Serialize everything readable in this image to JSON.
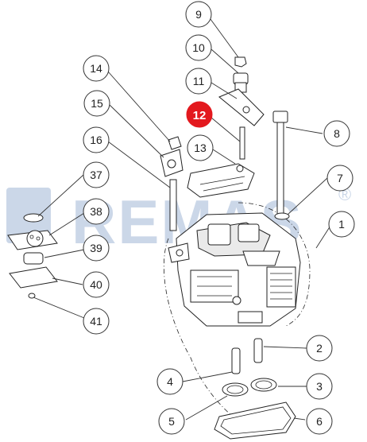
{
  "watermark": {
    "text": "REMAS",
    "mark": "®",
    "color": "#c6d3e6"
  },
  "colors": {
    "highlight": "#e3191e",
    "line": "#222222"
  },
  "callouts": [
    {
      "label": "9"
    },
    {
      "label": "10"
    },
    {
      "label": "11"
    },
    {
      "label": "12",
      "highlighted": true
    },
    {
      "label": "13"
    },
    {
      "label": "14"
    },
    {
      "label": "15"
    },
    {
      "label": "16"
    },
    {
      "label": "37"
    },
    {
      "label": "38"
    },
    {
      "label": "39"
    },
    {
      "label": "40"
    },
    {
      "label": "41"
    },
    {
      "label": "8"
    },
    {
      "label": "7"
    },
    {
      "label": "1"
    },
    {
      "label": "2"
    },
    {
      "label": "3"
    },
    {
      "label": "4"
    },
    {
      "label": "5"
    },
    {
      "label": "6"
    }
  ]
}
